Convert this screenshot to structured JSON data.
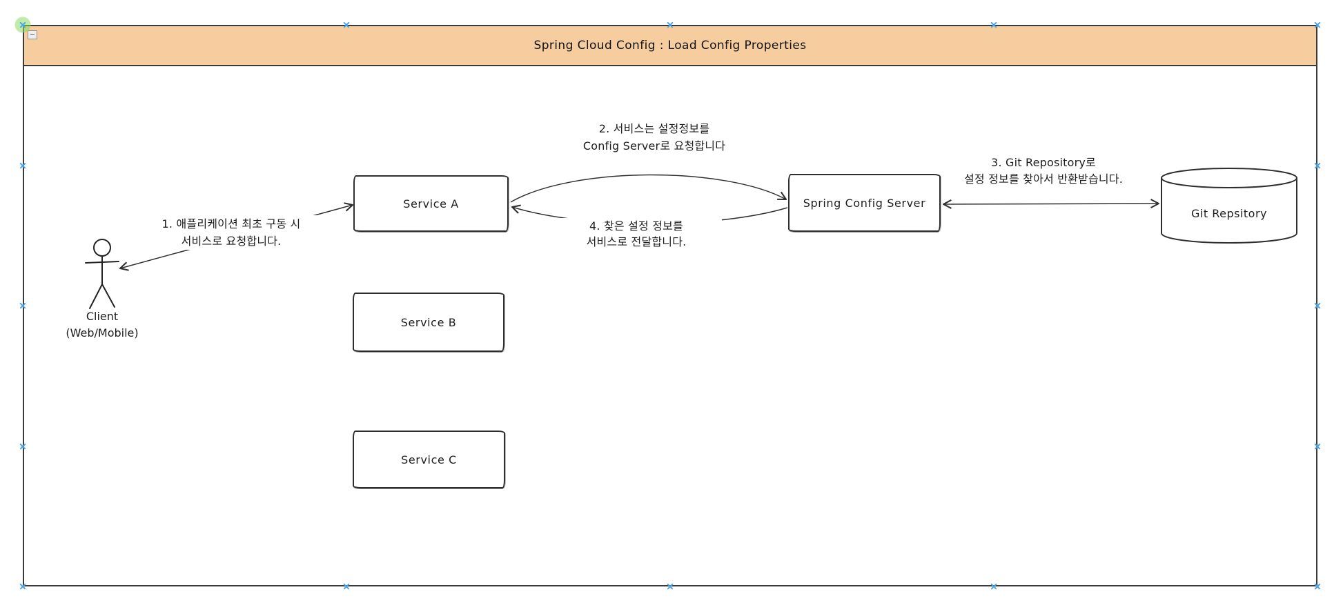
{
  "diagram": {
    "title": "Spring Cloud Config : Load Config Properties",
    "colors": {
      "title_bg": "#f5cd9e",
      "stroke": "#2f2f2f",
      "selection_handle_blue": "#4aa4ee",
      "origin_handle_green": "#8bdd60"
    },
    "icons": {
      "collapse": "−",
      "selection_handle": "x-cross",
      "origin_handle": "green-circle-x"
    },
    "nodes": {
      "client": {
        "label_line1": "Client",
        "label_line2": "(Web/Mobile)"
      },
      "service_a": {
        "label": "Service A"
      },
      "service_b": {
        "label": "Service B"
      },
      "service_c": {
        "label": "Service C"
      },
      "config_server": {
        "label": "Spring Config Server"
      },
      "git_repo": {
        "label": "Git Repsitory"
      }
    },
    "annotations": {
      "step1": {
        "line1": "1. 애플리케이션 최초 구동 시",
        "line2": "서비스로 요청합니다."
      },
      "step2": {
        "line1": "2. 서비스는 설정정보를",
        "line2": "Config Server로 요청합니다"
      },
      "step3": {
        "line1": "3. Git Repository로",
        "line2": "설정 정보를 찾아서 반환받습니다."
      },
      "step4": {
        "line1": "4. 찾은 설정 정보를",
        "line2": "서비스로 전달합니다."
      }
    }
  }
}
